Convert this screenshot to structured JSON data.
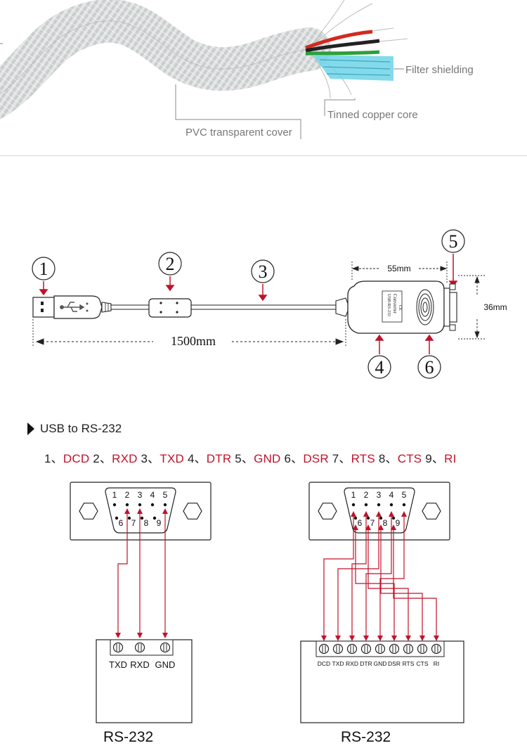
{
  "cable_section": {
    "labels": {
      "filter_shielding": "Filter shielding",
      "tinned_copper_core": "Tinned copper core",
      "pvc_cover": "PVC transparent cover"
    }
  },
  "dimension_diagram": {
    "callouts": [
      "1",
      "2",
      "3",
      "4",
      "5",
      "6"
    ],
    "length_label": "1500mm",
    "width_label": "55mm",
    "height_label": "36mm",
    "adapter_text": [
      "USB-RS-232",
      "Converter",
      "CE"
    ]
  },
  "pinout_section": {
    "title": "USB to RS-232",
    "pins": [
      {
        "num": "1",
        "signal": "DCD"
      },
      {
        "num": "2",
        "signal": "RXD"
      },
      {
        "num": "3",
        "signal": "TXD"
      },
      {
        "num": "4",
        "signal": "DTR"
      },
      {
        "num": "5",
        "signal": "GND"
      },
      {
        "num": "6",
        "signal": "DSR"
      },
      {
        "num": "7",
        "signal": "RTS"
      },
      {
        "num": "8",
        "signal": "CTS"
      },
      {
        "num": "9",
        "signal": "RI"
      }
    ],
    "separator": "、",
    "signal_color": "#c0132a"
  },
  "connector_left": {
    "top_pins": [
      "1",
      "2",
      "3",
      "4",
      "5"
    ],
    "bottom_pins": [
      "6",
      "7",
      "8",
      "9"
    ],
    "terminal_labels": [
      "TXD",
      "RXD",
      "GND"
    ],
    "caption": "RS-232"
  },
  "connector_right": {
    "top_pins": [
      "1",
      "2",
      "3",
      "4",
      "5"
    ],
    "bottom_pins": [
      "6",
      "7",
      "8",
      "9"
    ],
    "terminal_labels": [
      "DCD",
      "TXD",
      "RXD",
      "DTR",
      "GND",
      "DSR",
      "RTS",
      "CTS",
      "RI"
    ],
    "caption": "RS-232"
  }
}
